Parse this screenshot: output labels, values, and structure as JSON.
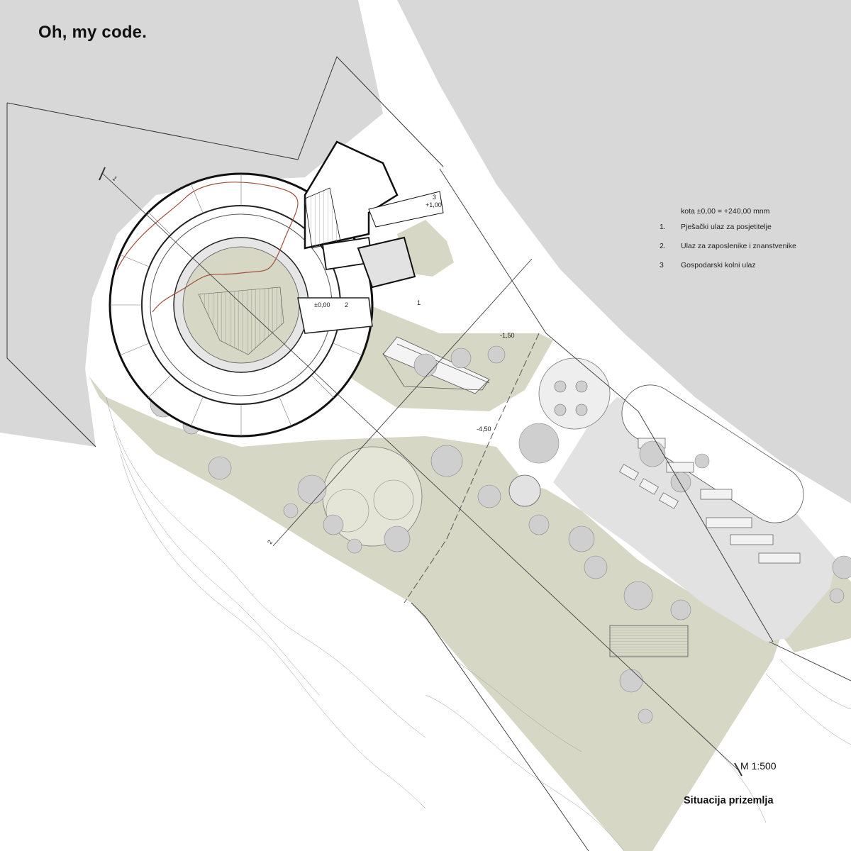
{
  "watermark": "Oh, my code.",
  "legend": {
    "kota": "kota ±0,00 = +240,00 mnm",
    "items": [
      {
        "num": "1.",
        "text": "Pješački ulaz za posjetitelje"
      },
      {
        "num": "2.",
        "text": "Ulaz za zaposlenike i znanstvenike"
      },
      {
        "num": "3",
        "text": "Gospodarski kolni ulaz"
      }
    ]
  },
  "plan": {
    "title": "Situacija prizemlja",
    "scale": "M 1:500",
    "level_labels": {
      "entry_level": "±0,00",
      "upper_level": "+1,00",
      "level_a": "-1,50",
      "level_b": "-4,50"
    },
    "entrance_markers": {
      "e1": "1",
      "e2": "2",
      "e3": "3"
    },
    "section_markers": {
      "s1": "1",
      "s2": "2"
    },
    "colors": {
      "terrain_gray": "#d8d8d8",
      "landscape_green": "#d6d7c5",
      "parking_gray": "#e2e2e2",
      "tree_gray": "#cfcfcf",
      "contour_red": "#a0503c"
    }
  }
}
